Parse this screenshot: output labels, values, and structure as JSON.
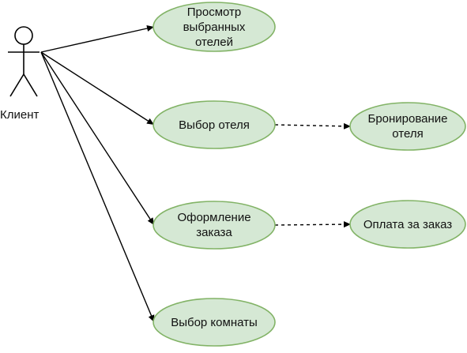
{
  "colors": {
    "usecase_fill": "#d5e8d4",
    "usecase_stroke": "#82b366",
    "line": "#000000"
  },
  "actor": {
    "name": "Клиент",
    "icon": "stick-figure-icon"
  },
  "use_cases": [
    {
      "id": "view-selected-hotels",
      "lines": [
        "Просмотр",
        "выбранных",
        "отелей"
      ]
    },
    {
      "id": "select-hotel",
      "lines": [
        "Выбор отеля"
      ]
    },
    {
      "id": "checkout",
      "lines": [
        "Оформление",
        "заказа"
      ]
    },
    {
      "id": "select-room",
      "lines": [
        "Выбор комнаты"
      ]
    },
    {
      "id": "book-hotel",
      "lines": [
        "Бронирование",
        "отеля"
      ]
    },
    {
      "id": "pay-order",
      "lines": [
        "Оплата за заказ"
      ]
    }
  ],
  "associations": [
    {
      "from": "actor",
      "to": "view-selected-hotels"
    },
    {
      "from": "actor",
      "to": "select-hotel"
    },
    {
      "from": "actor",
      "to": "checkout"
    },
    {
      "from": "actor",
      "to": "select-room"
    }
  ],
  "dependencies": [
    {
      "from": "select-hotel",
      "to": "book-hotel",
      "style": "dashed"
    },
    {
      "from": "checkout",
      "to": "pay-order",
      "style": "dashed"
    }
  ]
}
